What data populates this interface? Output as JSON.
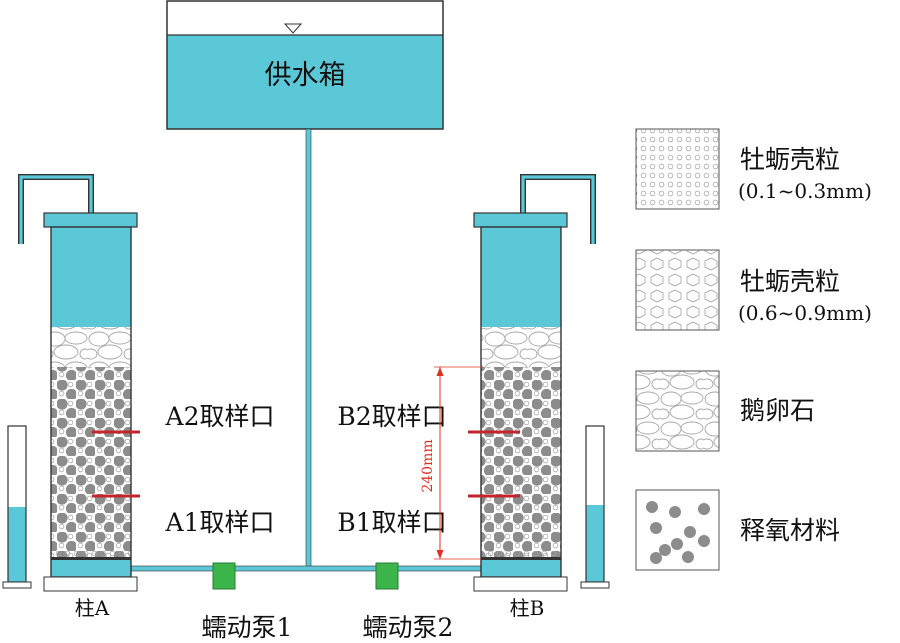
{
  "tank": {
    "label": "供水箱"
  },
  "columns": {
    "a": {
      "label": "柱A",
      "port_upper": "A2取样口",
      "port_lower": "A1取样口"
    },
    "b": {
      "label": "柱B",
      "port_upper": "B2取样口",
      "port_lower": "B1取样口"
    }
  },
  "pumps": {
    "pump1": "蠕动泵1",
    "pump2": "蠕动泵2"
  },
  "dimension": {
    "label": "240mm"
  },
  "legend": [
    {
      "name": "牡蛎壳粒",
      "size": "(0.1~0.3mm)"
    },
    {
      "name": "牡蛎壳粒",
      "size": "(0.6~0.9mm)"
    },
    {
      "name": "鹅卵石"
    },
    {
      "name": "释氧材料"
    }
  ],
  "colors": {
    "water": "#5bc8d8",
    "pump": "#3bb44a",
    "sample_port": "#c0262c",
    "dim_line": "#e03020",
    "oxygen_material": "#8a8a8a"
  }
}
